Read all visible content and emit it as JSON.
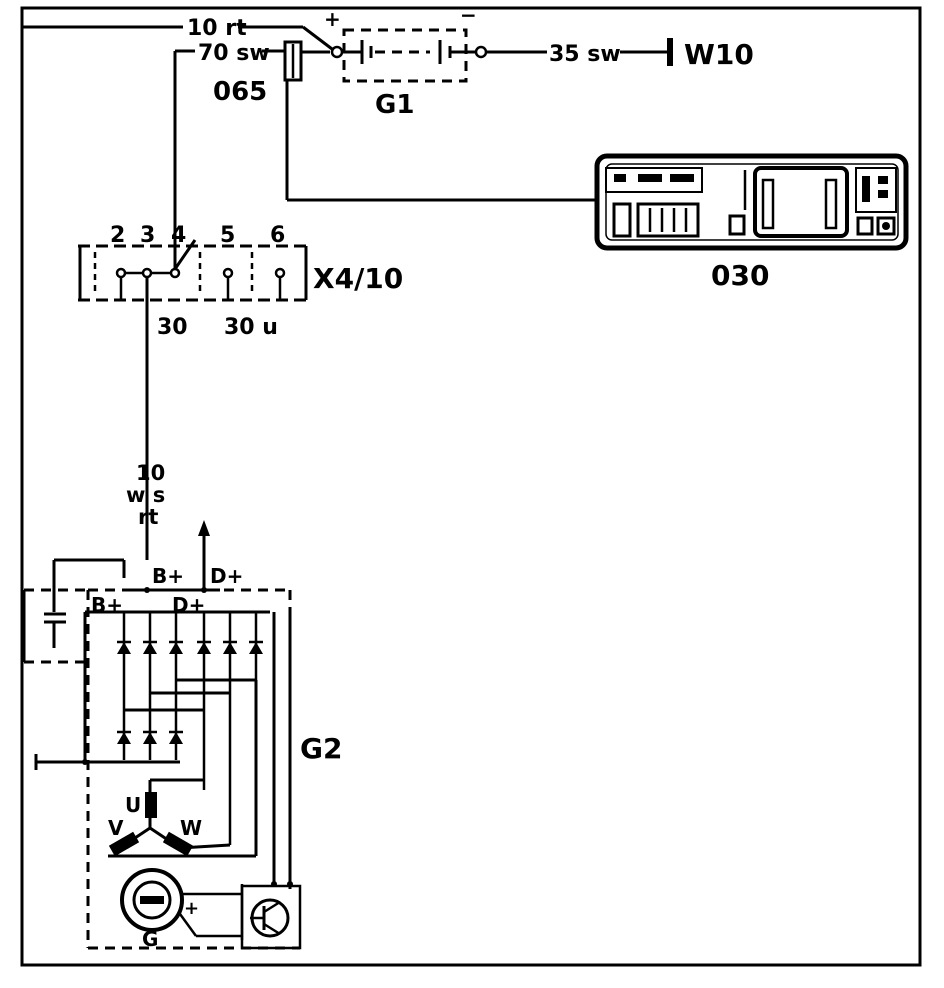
{
  "wires": {
    "w10rt": "10 rt",
    "w70sw": "70 sw",
    "w35sw": "35 sw",
    "w10": "10",
    "wws": "w s",
    "wrt": "rt"
  },
  "components": {
    "fuse_id": "065",
    "battery_id": "G1",
    "ground_id": "W10",
    "instrument_id": "030",
    "connector_id": "X4/10",
    "alternator_id": "G2"
  },
  "terminals": {
    "t2": "2",
    "t3": "3",
    "t4": "4",
    "t5": "5",
    "t6": "6",
    "t30": "30",
    "t30u": "30 u",
    "plus": "+",
    "minus": "−",
    "bplus": "B+",
    "dplus": "D+",
    "bplus_inner": "B+",
    "dplus_inner": "D+",
    "u": "U",
    "v": "V",
    "w": "W",
    "g": "G",
    "reg_plus": "+"
  }
}
